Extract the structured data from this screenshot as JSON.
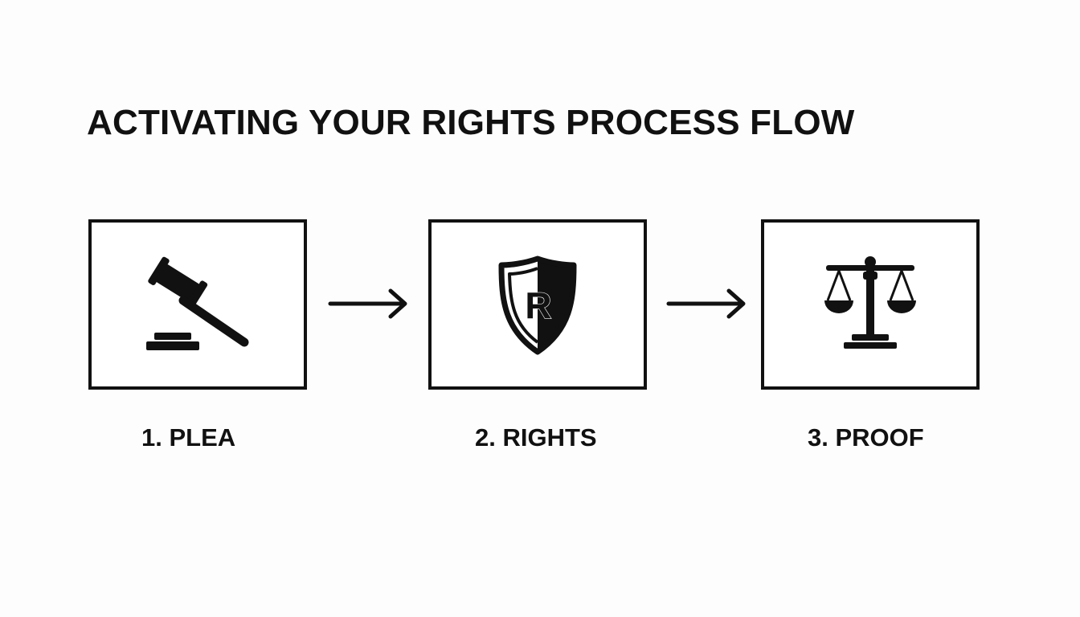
{
  "title": "ACTIVATING YOUR RIGHTS PROCESS FLOW",
  "steps": [
    {
      "label": "1. PLEA",
      "icon": "gavel-icon"
    },
    {
      "label": "2. RIGHTS",
      "icon": "shield-r-icon",
      "shield_letter": "R"
    },
    {
      "label": "3. PROOF",
      "icon": "scales-icon"
    }
  ],
  "connectors": [
    "arrow-right-icon",
    "arrow-right-icon"
  ],
  "colors": {
    "ink": "#111111",
    "background": "#fdfdfd"
  }
}
